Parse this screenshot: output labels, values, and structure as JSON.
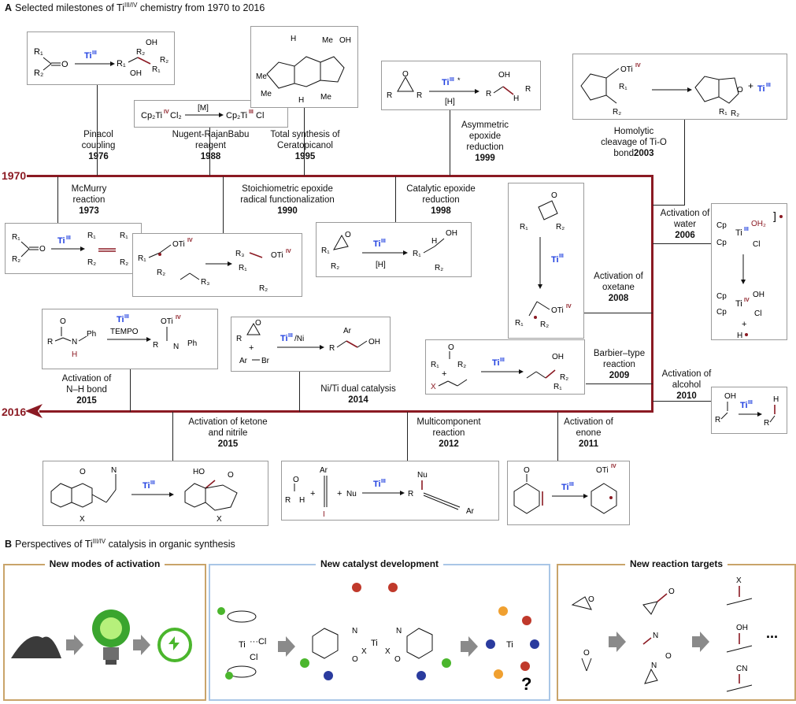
{
  "sectionA": {
    "letter": "A",
    "title": "Selected milestones of Ti",
    "sup": "III/IV",
    "title_end": " chemistry from 1970 to 2016"
  },
  "sectionB": {
    "letter": "B",
    "title": "Perspectives of Ti",
    "sup": "III/IV",
    "title_end": " catalysis in organic synthesis"
  },
  "years": {
    "start": "1970",
    "end": "2016"
  },
  "reagents": {
    "tiIII": "Ti",
    "tiIII_sup": "III",
    "tiIV_sup": "IV",
    "tempo": "TEMPO",
    "h": "[H]",
    "m": "[M]",
    "ni": "/Ni",
    "cp2ti4": "Cp2TiIVCl2",
    "cp2ti3": "Cp2TiIIICl"
  },
  "milestones": [
    {
      "name": "Pinacol\ncoupling",
      "year": "1976"
    },
    {
      "name": "Nugent-RajanBabu\nreagent",
      "year": "1988"
    },
    {
      "name": "Total synthesis of\nCeratopicanol",
      "year": "1995"
    },
    {
      "name": "Asymmetric\nepoxide\nreduction",
      "year": "1999"
    },
    {
      "name": "Homolytic\ncleavage of Ti-O\nbond",
      "year": "2003"
    },
    {
      "name": "McMurry\nreaction",
      "year": "1973"
    },
    {
      "name": "Stoichiometric epoxide\nradical functionalization",
      "year": "1990"
    },
    {
      "name": "Catalytic epoxide\nreduction",
      "year": "1998"
    },
    {
      "name": "Activation of\nwater",
      "year": "2006"
    },
    {
      "name": "Activation of\noxetane",
      "year": "2008"
    },
    {
      "name": "Barbier–type\nreaction",
      "year": "2009"
    },
    {
      "name": "Activation of\nalcohol",
      "year": "2010"
    },
    {
      "name": "Activation of\nN–H bond",
      "year": "2015"
    },
    {
      "name": "Ni/Ti dual catalysis",
      "year": "2014"
    },
    {
      "name": "Activation of ketone\nand nitrile",
      "year": "2015"
    },
    {
      "name": "Multicomponent\nreaction",
      "year": "2012"
    },
    {
      "name": "Activation of\nenone",
      "year": "2011"
    }
  ],
  "panels": [
    {
      "title": "New modes of activation",
      "color": "#c9a46a"
    },
    {
      "title": "New catalyst development",
      "color": "#a9c6e6"
    },
    {
      "title": "New reaction targets",
      "color": "#c9a46a"
    }
  ],
  "colors": {
    "timeline": "#8b1a23",
    "ti": "#1f3fe0",
    "box": "#9a9a9a"
  }
}
